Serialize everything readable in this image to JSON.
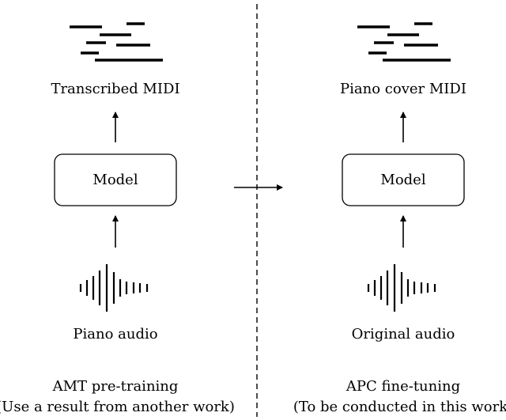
{
  "left": {
    "output_label": "Transcribed MIDI",
    "model_label": "Model",
    "input_label": "Piano audio",
    "caption_line1": "AMT pre-training",
    "caption_line2": "(Use a result from another work)"
  },
  "right": {
    "output_label": "Piano cover MIDI",
    "model_label": "Model",
    "input_label": "Original audio",
    "caption_line1": "APC fine-tuning",
    "caption_line2": "(To be conducted in this work)"
  },
  "icons": {
    "midi": "piano-roll-icon",
    "audio": "waveform-icon"
  }
}
